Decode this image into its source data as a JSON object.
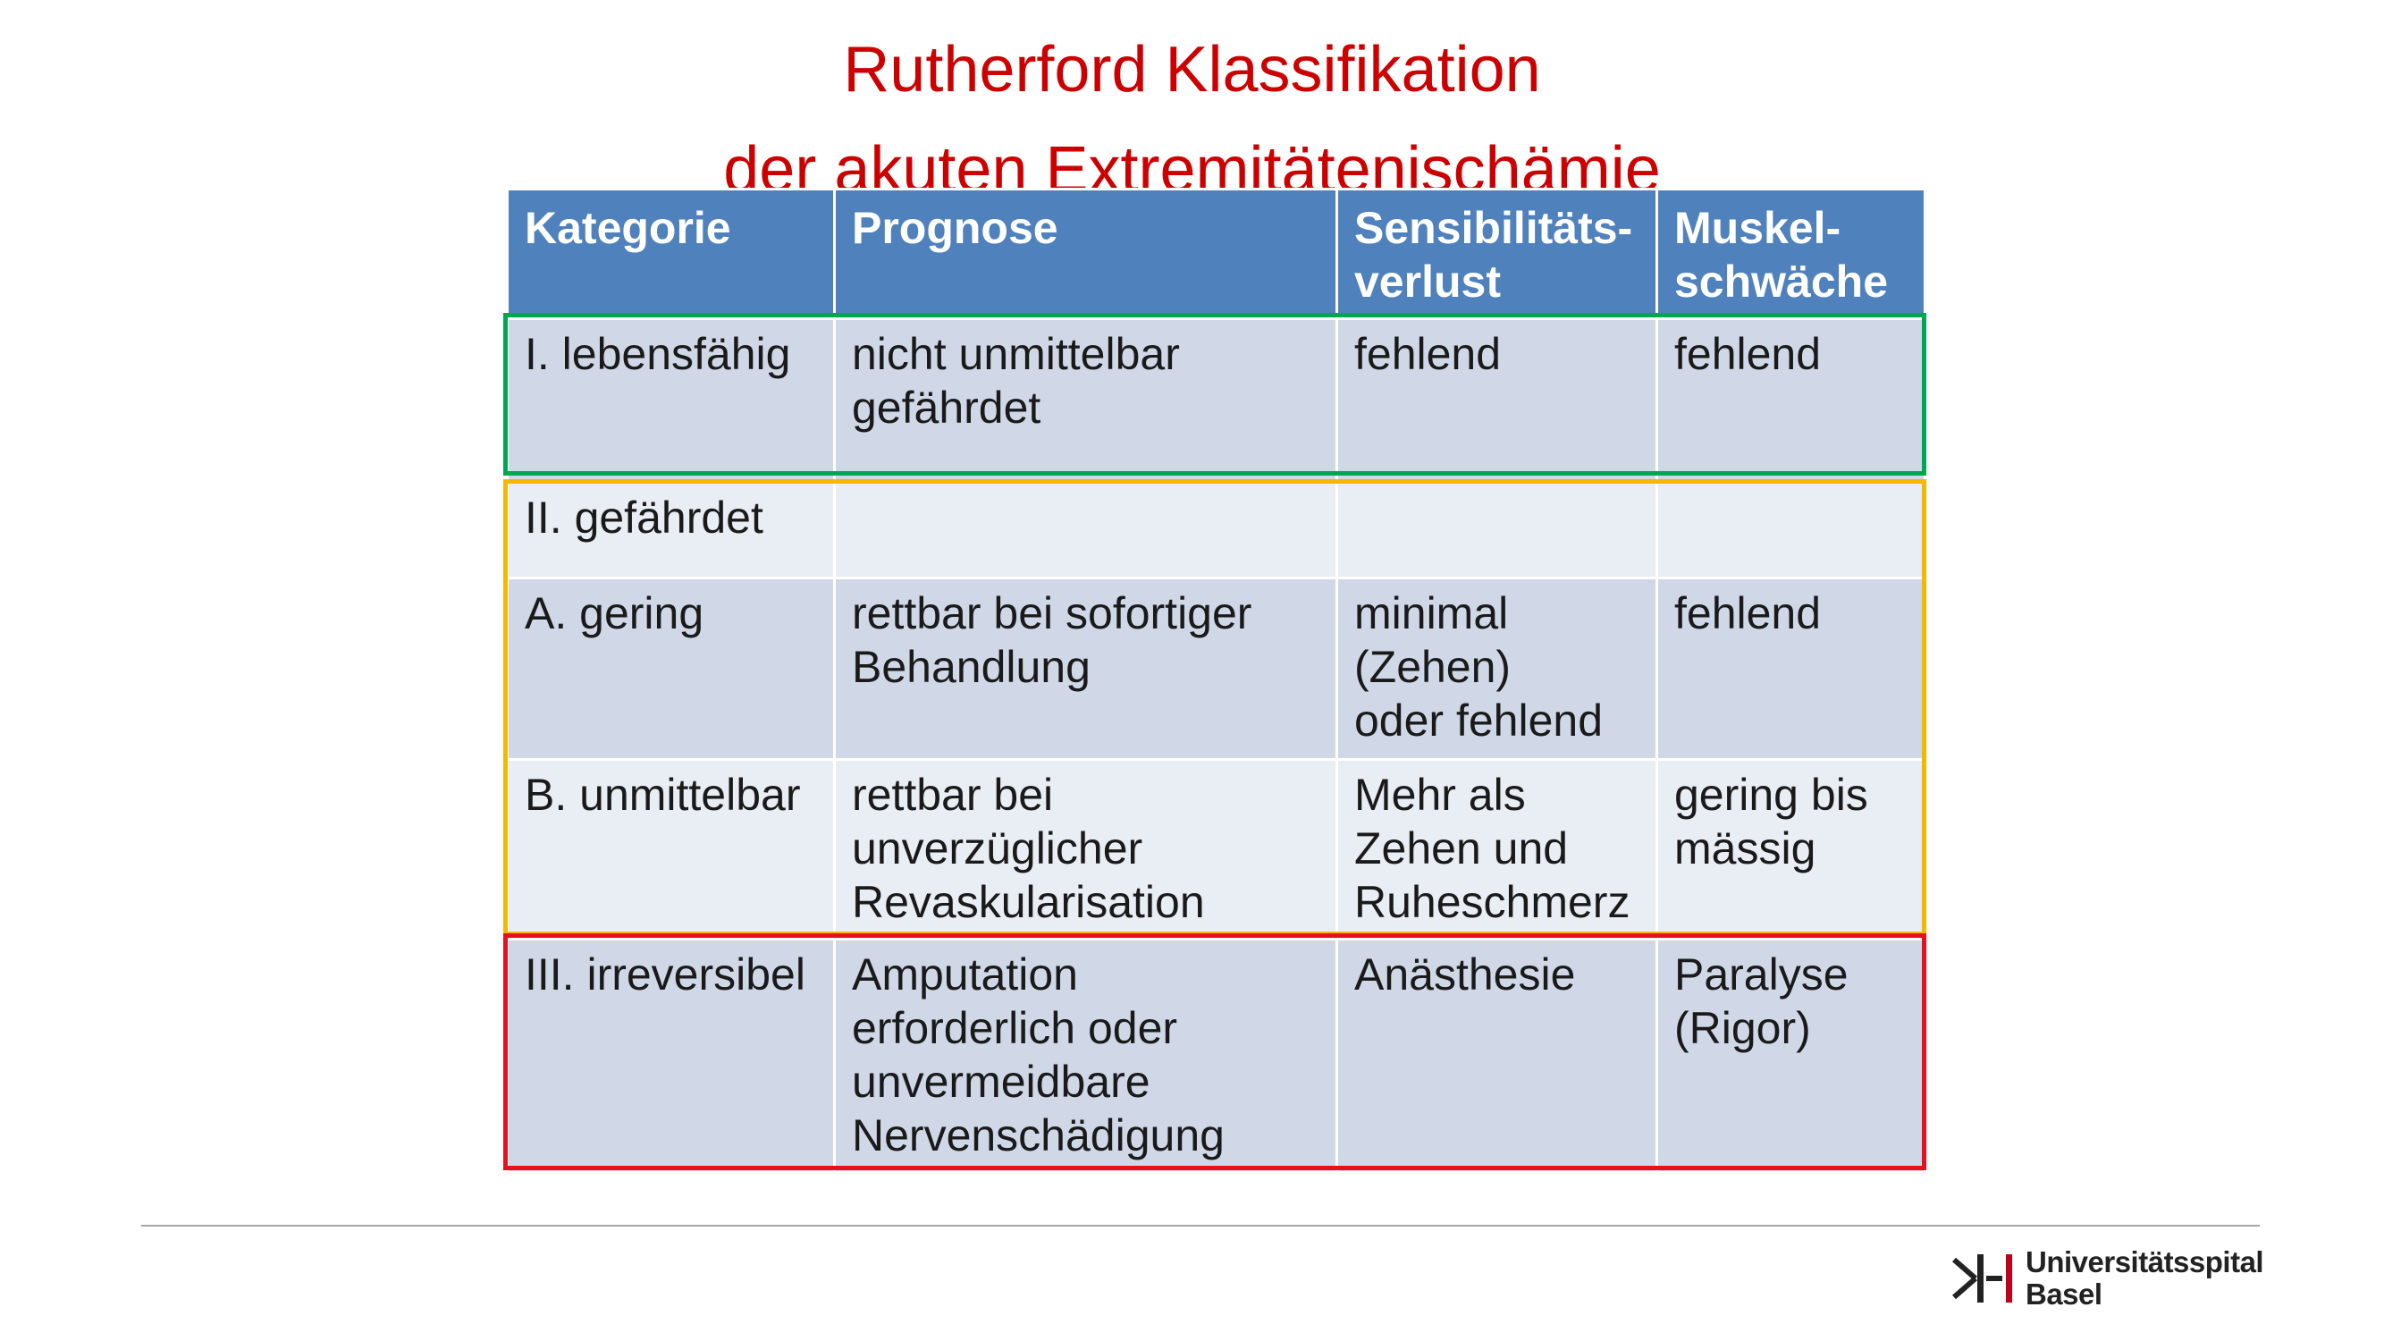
{
  "title": {
    "line1": "Rutherford Klassifikation",
    "line2": "der akuten Extremitätenischämie"
  },
  "colors": {
    "title": "#cc0000",
    "header_bg": "#4f81bd",
    "row_dark": "#d0d8e8",
    "row_light": "#e9edf4",
    "box_category_I": "#00a651",
    "box_category_II": "#f5b800",
    "box_category_III": "#e8101a"
  },
  "table": {
    "headers": [
      [
        "Kategorie"
      ],
      [
        "Prognose"
      ],
      [
        "Sensibilitäts-",
        "verlust"
      ],
      [
        "Muskel-",
        "schwäche"
      ]
    ],
    "rows": [
      [
        [
          "I. lebensfähig"
        ],
        [
          "nicht unmittelbar",
          "gefährdet"
        ],
        [
          "fehlend"
        ],
        [
          "fehlend"
        ]
      ],
      [
        [
          "II. gefährdet"
        ],
        [
          ""
        ],
        [
          ""
        ],
        [
          ""
        ]
      ],
      [
        [
          "A. gering"
        ],
        [
          "rettbar bei sofortiger",
          "Behandlung"
        ],
        [
          "minimal",
          "(Zehen)",
          "oder fehlend"
        ],
        [
          "fehlend"
        ]
      ],
      [
        [
          "B. unmittelbar"
        ],
        [
          "rettbar bei",
          "unverzüglicher",
          "Revaskularisation"
        ],
        [
          "Mehr als",
          "Zehen und",
          "Ruheschmerz"
        ],
        [
          "gering bis",
          "mässig"
        ]
      ],
      [
        [
          "III. irreversibel"
        ],
        [
          "Amputation",
          "erforderlich oder",
          "unvermeidbare",
          "Nervenschädigung"
        ],
        [
          "Anästhesie"
        ],
        [
          "Paralyse",
          "(Rigor)"
        ]
      ]
    ]
  },
  "logo": {
    "icon": "universitaetsspital-basel-logo-mark",
    "line1": "Universitätsspital",
    "line2": "Basel"
  }
}
